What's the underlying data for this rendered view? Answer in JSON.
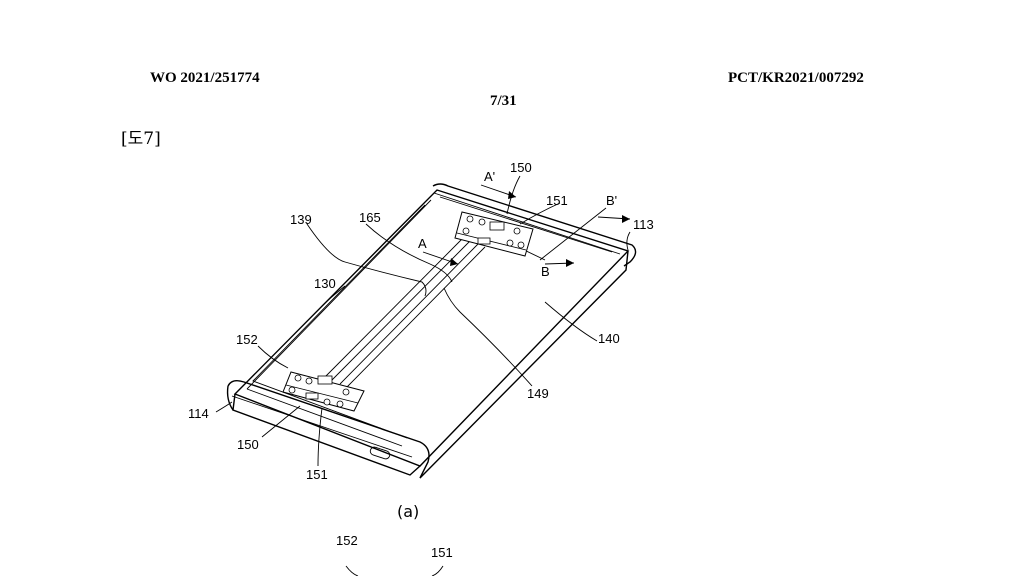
{
  "header": {
    "publication_number": "WO 2021/251774",
    "application_number": "PCT/KR2021/007292",
    "page_number": "7/31"
  },
  "figure": {
    "label": "[도7]",
    "subfigure_label": "(a)",
    "reference_numerals": {
      "r150_top": "150",
      "r151_top": "151",
      "r113": "113",
      "r139": "139",
      "r165": "165",
      "r130": "130",
      "r140": "140",
      "r152": "152",
      "r149": "149",
      "r114": "114",
      "r150_bottom": "150",
      "r151_bottom": "151",
      "r152_lower": "152",
      "r151_lower": "151"
    },
    "section_markers": {
      "a": "A",
      "a_prime": "A'",
      "b": "B",
      "b_prime": "B'"
    }
  }
}
